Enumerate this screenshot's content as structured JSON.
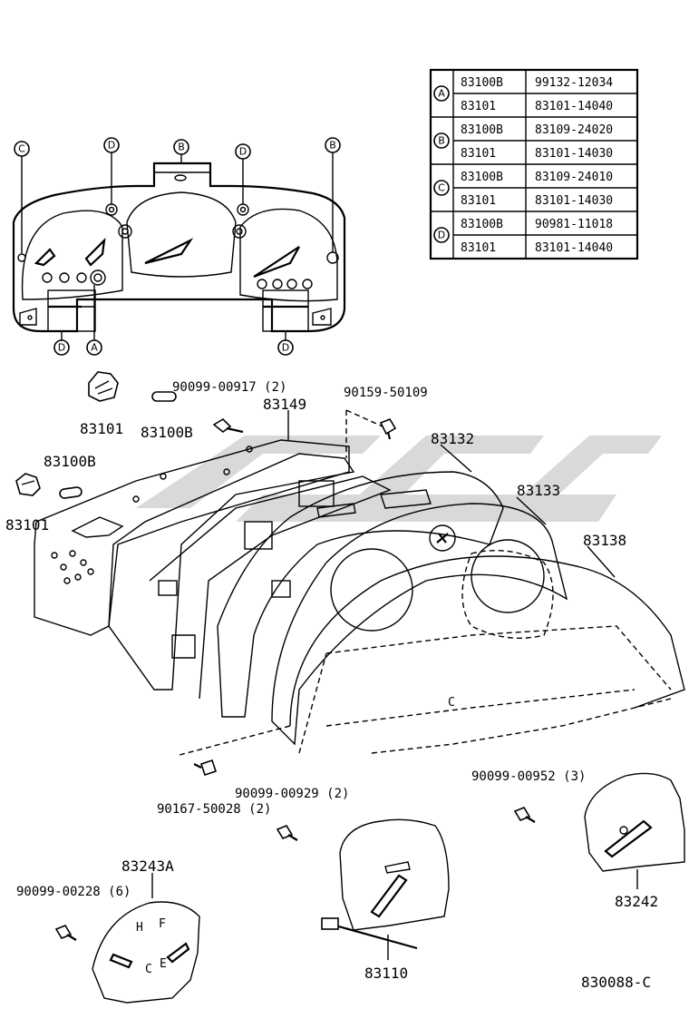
{
  "table": {
    "rows": [
      {
        "key": "A",
        "cells": [
          [
            "83100B",
            "99132-12034"
          ],
          [
            "83101",
            "83101-14040"
          ]
        ]
      },
      {
        "key": "B",
        "cells": [
          [
            "83100B",
            "83109-24020"
          ],
          [
            "83101",
            "83101-14030"
          ]
        ]
      },
      {
        "key": "C",
        "cells": [
          [
            "83100B",
            "83109-24010"
          ],
          [
            "83101",
            "83101-14030"
          ]
        ]
      },
      {
        "key": "D",
        "cells": [
          [
            "83100B",
            "90981-11018"
          ],
          [
            "83101",
            "83101-14040"
          ]
        ]
      }
    ]
  },
  "callouts": {
    "c_left": "C",
    "d_top_left": "D",
    "b_center": "B",
    "d_top_right": "D",
    "b_right": "B",
    "d_bottom_left": "D",
    "a_bottom": "A",
    "d_bottom_right": "D"
  },
  "labels": {
    "p83101_top": "83101",
    "p83100b_top": "83100B",
    "screw_00917": "90099-00917 (2)",
    "p83149": "83149",
    "screw_50109": "90159-50109",
    "p83100b_left": "83100B",
    "p83101_left": "83101",
    "p83132": "83132",
    "p83133": "83133",
    "p83138": "83138",
    "screw_50028": "90167-50028 (2)",
    "screw_00929": "90099-00929 (2)",
    "screw_00952": "90099-00952 (3)",
    "p83243a": "83243A",
    "screw_00228": "90099-00228 (6)",
    "p83242": "83242",
    "p83110": "83110",
    "diagram_id": "830088-C"
  },
  "gauge_marks": {
    "fuel_f": "F",
    "fuel_e": "E",
    "temp_h": "H",
    "temp_c": "C",
    "lens_c": "C"
  },
  "colors": {
    "ink": "#000000",
    "watermark": "#d9d9d9",
    "paper": "#ffffff"
  }
}
